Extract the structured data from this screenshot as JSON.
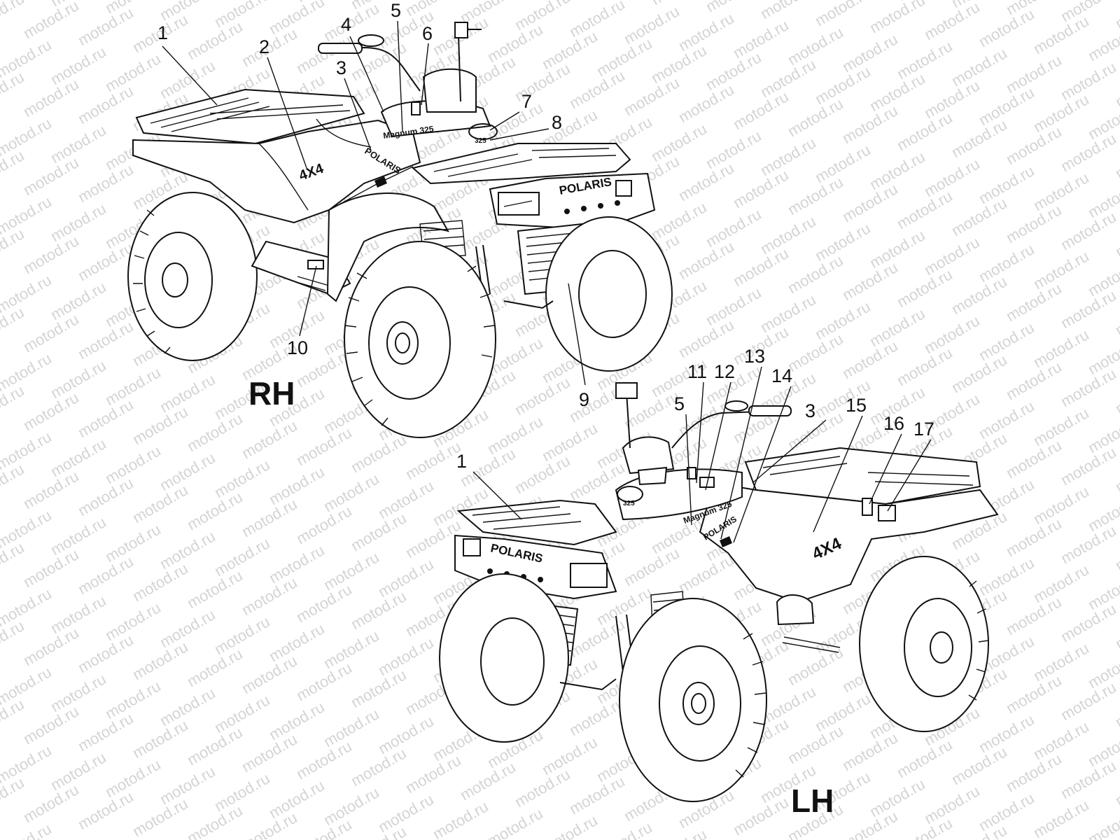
{
  "watermark": {
    "text": "motod.ru"
  },
  "views": [
    {
      "id": "rh",
      "label": "RH",
      "callouts": [
        {
          "number": "1"
        },
        {
          "number": "2"
        },
        {
          "number": "3"
        },
        {
          "number": "4"
        },
        {
          "number": "5"
        },
        {
          "number": "6"
        },
        {
          "number": "7"
        },
        {
          "number": "8"
        },
        {
          "number": "9"
        },
        {
          "number": "10"
        }
      ]
    },
    {
      "id": "lh",
      "label": "LH",
      "callouts": [
        {
          "number": "1"
        },
        {
          "number": "3"
        },
        {
          "number": "5"
        },
        {
          "number": "11"
        },
        {
          "number": "12"
        },
        {
          "number": "13"
        },
        {
          "number": "14"
        },
        {
          "number": "15"
        },
        {
          "number": "16"
        },
        {
          "number": "17"
        }
      ]
    }
  ],
  "decals": {
    "brand": "POLARIS",
    "model": "Magnum 325",
    "badge": "4X4",
    "engine": "325"
  }
}
